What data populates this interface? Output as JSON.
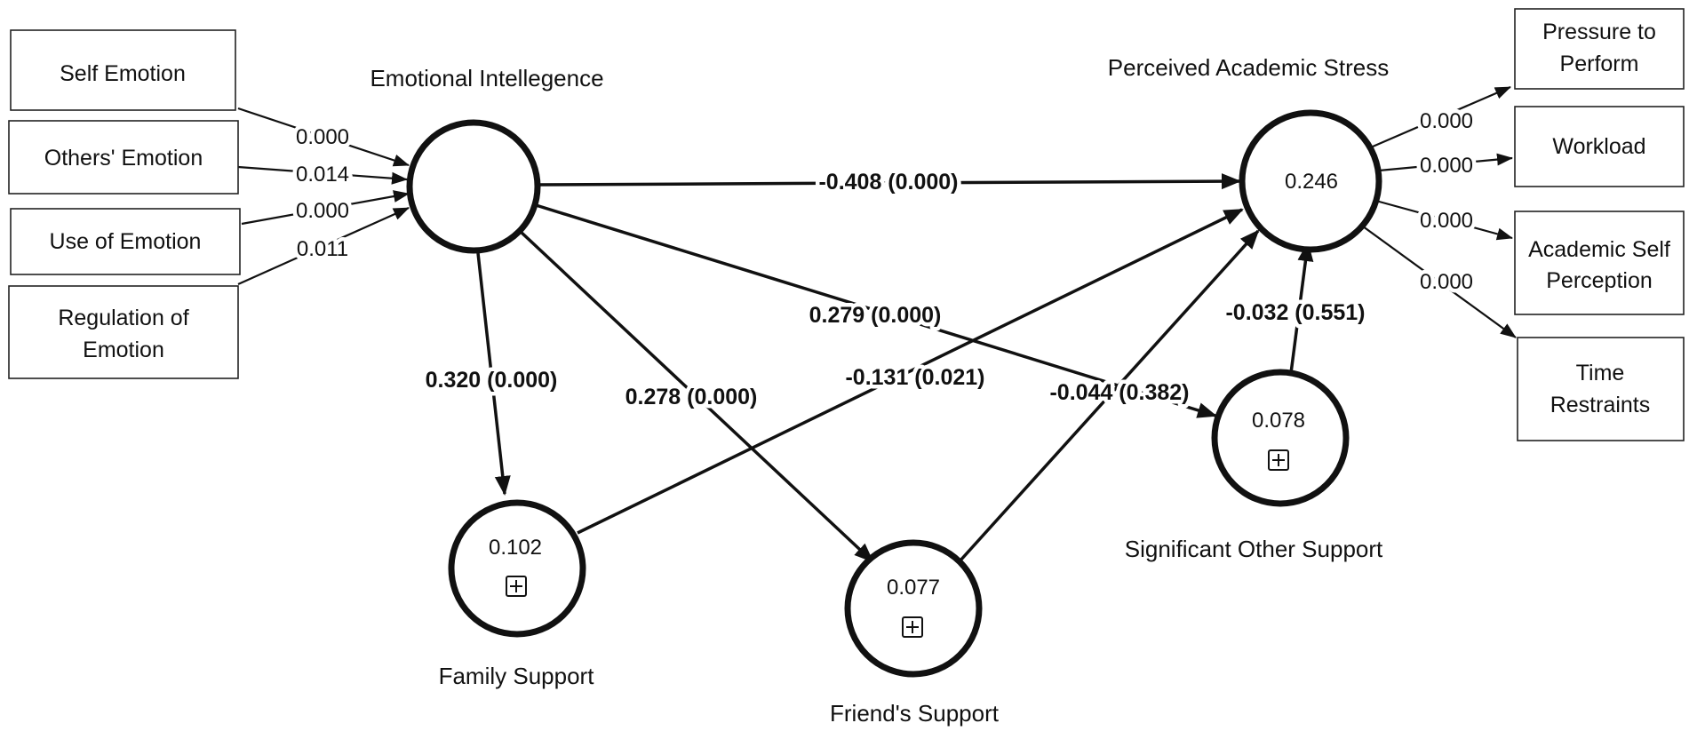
{
  "indicators": {
    "self_emotion": "Self Emotion",
    "others_emotion": "Others' Emotion",
    "use_of_emotion": "Use of Emotion",
    "regulation_line1": "Regulation of",
    "regulation_line2": "Emotion",
    "pressure_line1": "Pressure to",
    "pressure_line2": "Perform",
    "workload": "Workload",
    "academic_self_line1": "Academic Self",
    "academic_self_line2": "Perception",
    "time_line1": "Time",
    "time_line2": "Restraints"
  },
  "latent": {
    "emotional_intelligence": {
      "name": "Emotional Intellegence",
      "value": ""
    },
    "perceived_stress": {
      "name": "Perceived Academic Stress",
      "value": "0.246"
    },
    "family_support": {
      "name": "Family Support",
      "value": "0.102"
    },
    "friends_support": {
      "name": "Friend's Support",
      "value": "0.077"
    },
    "significant_other": {
      "name": "Significant Other Support",
      "value": "0.078"
    }
  },
  "outer_loadings": {
    "self_emotion": "0.000",
    "others_emotion": "0.014",
    "use_of_emotion": "0.000",
    "regulation_of_emotion": "0.011",
    "pressure_to_perform": "0.000",
    "workload": "0.000",
    "academic_self_perception": "0.000",
    "time_restraints": "0.000"
  },
  "paths": {
    "ei_to_stress": "-0.408 (0.000)",
    "ei_to_family": "0.320 (0.000)",
    "ei_to_friends": "0.278 (0.000)",
    "ei_to_significant": "0.279 (0.000)",
    "family_to_stress": "-0.131 (0.021)",
    "friends_to_stress": "-0.044 (0.382)",
    "significant_to_stress": "-0.032 (0.551)"
  }
}
